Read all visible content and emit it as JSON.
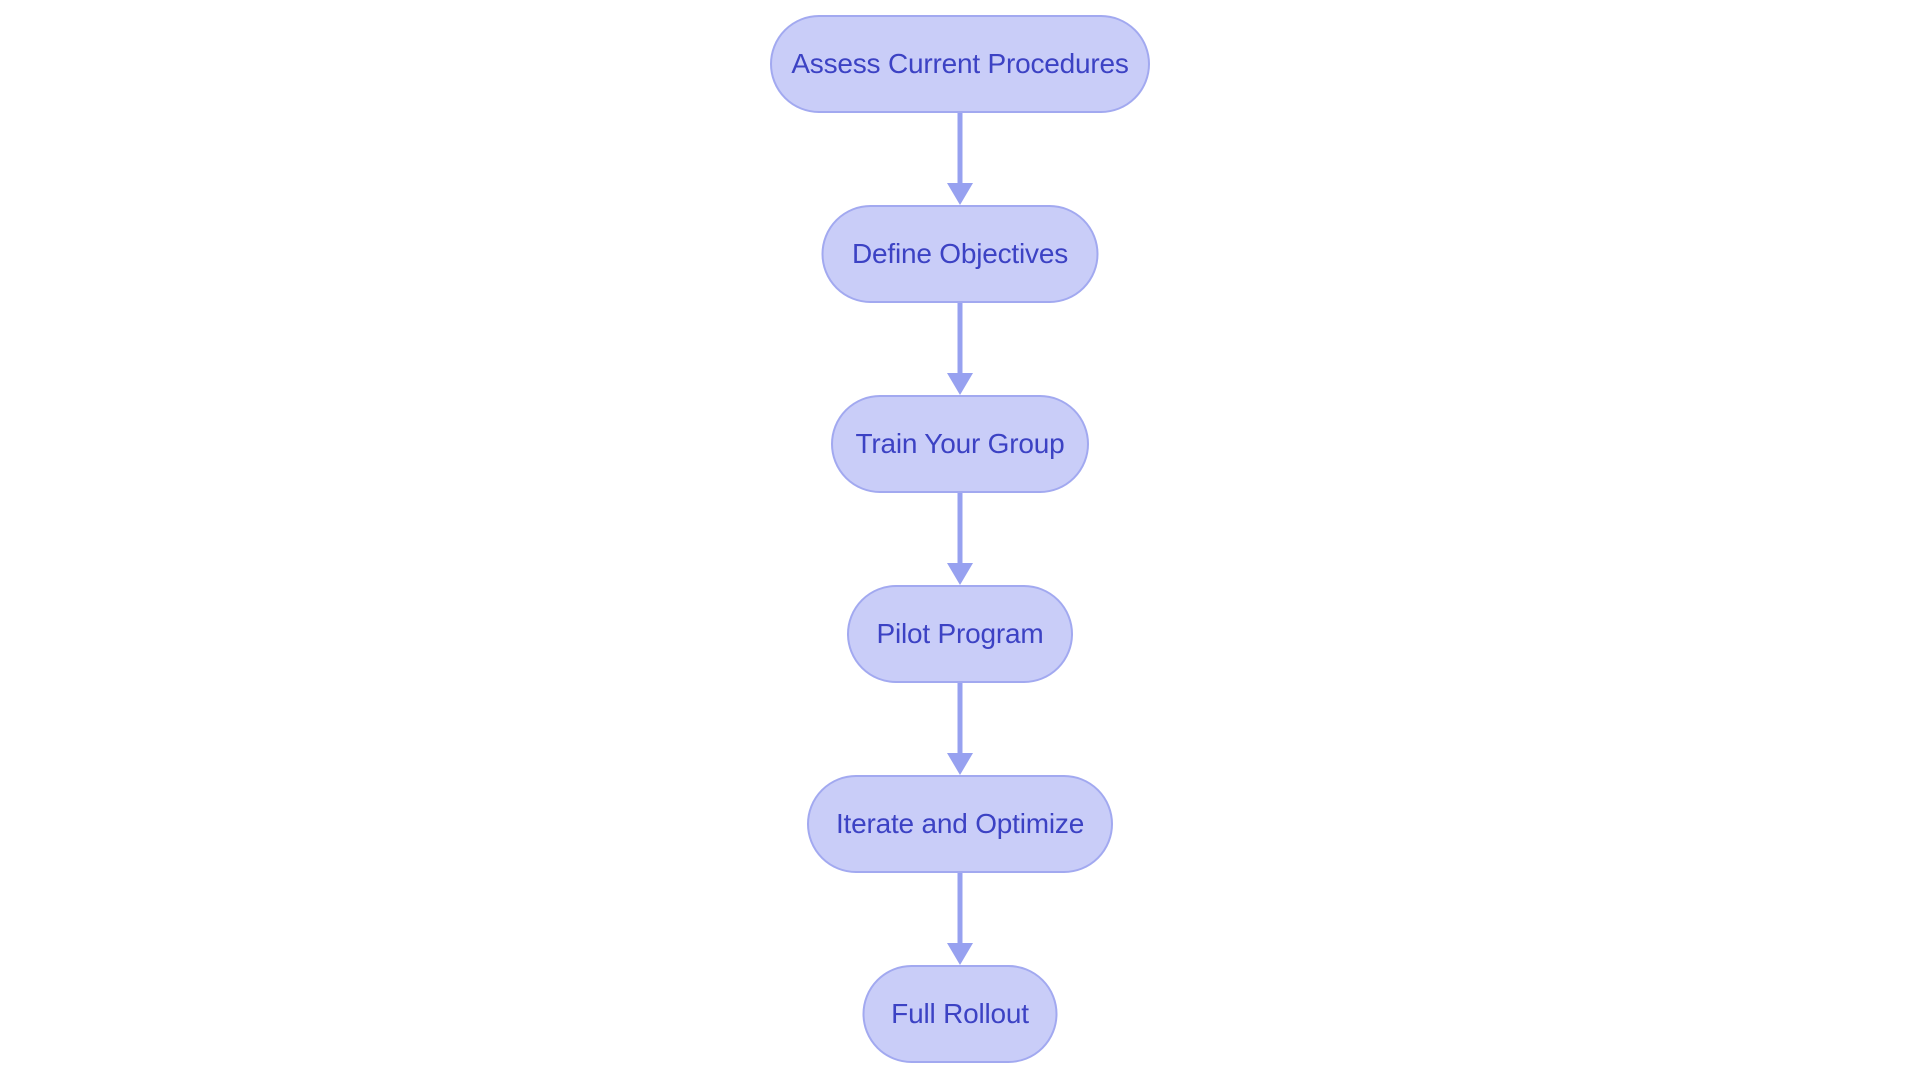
{
  "diagram": {
    "type": "flowchart",
    "direction": "top-down",
    "steps": [
      {
        "label": "Assess Current Procedures"
      },
      {
        "label": "Define Objectives"
      },
      {
        "label": "Train Your Group"
      },
      {
        "label": "Pilot Program"
      },
      {
        "label": "Iterate and Optimize"
      },
      {
        "label": "Full Rollout"
      }
    ],
    "connectors": [
      {
        "from": "Assess Current Procedures",
        "to": "Define Objectives",
        "style": "arrow-down"
      },
      {
        "from": "Define Objectives",
        "to": "Train Your Group",
        "style": "arrow-down"
      },
      {
        "from": "Train Your Group",
        "to": "Pilot Program",
        "style": "arrow-down"
      },
      {
        "from": "Pilot Program",
        "to": "Iterate and Optimize",
        "style": "arrow-down"
      },
      {
        "from": "Iterate and Optimize",
        "to": "Full Rollout",
        "style": "arrow-down"
      }
    ],
    "colors": {
      "background": "#ffffff",
      "node_fill": "#c9cdf8",
      "node_border": "#a2a9f0",
      "node_text": "#3c42c4",
      "arrow": "#97a1f0"
    }
  }
}
